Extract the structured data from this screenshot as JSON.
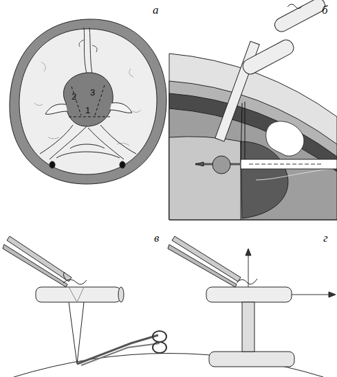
{
  "diagram": {
    "labels": [
      "а",
      "2",
      "3",
      "1",
      "б",
      "в",
      "г"
    ]
  }
}
